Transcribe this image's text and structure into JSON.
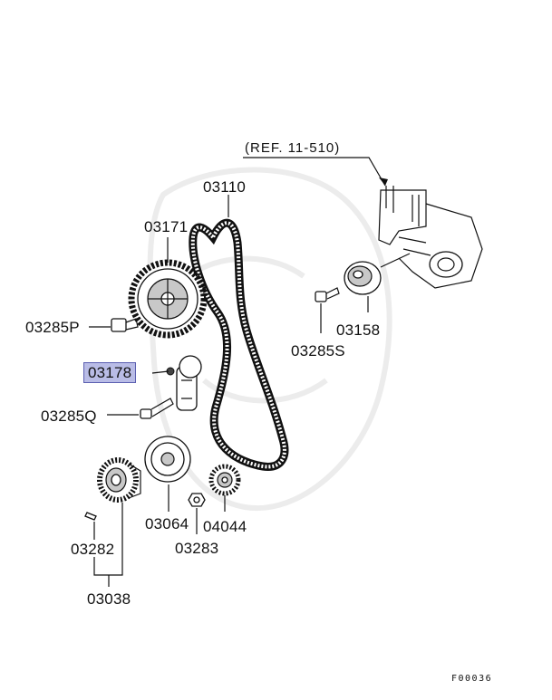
{
  "diagram": {
    "reference": "(REF. 11-510)",
    "figure_code": "F00036",
    "accent_color": "#b9bce6",
    "highlighted_part": "03178",
    "part_labels": {
      "timing_belt": "03110",
      "camshaft_sprocket": "03171",
      "sprocket_bolt": "03285P",
      "tensioner": "03178",
      "tensioner_bolt": "03285Q",
      "idler_pulley": "03158",
      "idler_bolt": "03285S",
      "crank_plate": "03064",
      "crank_sprocket_small": "04044",
      "crank_nut": "03283",
      "crank_key": "03282",
      "crank_sprocket_assy": "03038"
    }
  }
}
